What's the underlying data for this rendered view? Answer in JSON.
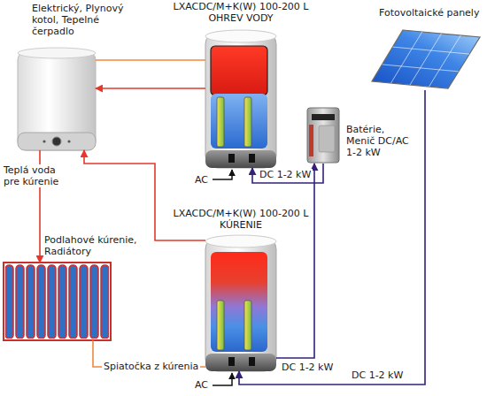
{
  "diagram": {
    "nodes": [
      {
        "text": [
          "Elektrický, Plynový kotol, Tepelné čerpadlo"
        ]
      },
      {
        "text": [
          "LXACDC/M+K(W) 100-200 L OHREV VODY"
        ]
      },
      {
        "text": [
          "Batérie, Menič DC/AC 1-2 kW"
        ]
      },
      {
        "text": [
          "Fotovoltaické panely"
        ]
      },
      {
        "text": [
          "Podlahové kúrenie, Radiátory"
        ]
      },
      {
        "text": [
          "LXACDC/M+K(W) 100-200 L KÚRENIE"
        ]
      }
    ],
    "edges": [
      {
        "from": 0,
        "to": 1,
        "arrow": "none"
      },
      {
        "from": 1,
        "to": 0,
        "arrow": "to"
      },
      {
        "from": 0,
        "to": 4,
        "label": "Teplá voda pre kúrenie",
        "arrow": "to"
      },
      {
        "from": 4,
        "to": 5,
        "label": "Spiatočka z kúrenia",
        "arrow": "none"
      },
      {
        "from": 5,
        "to": 0,
        "arrow": "to"
      },
      {
        "from": 2,
        "to": 1,
        "label": "DC 1-2 kW",
        "arrow": "to"
      },
      {
        "from": 5,
        "to": 2,
        "label": "DC 1-2 kW",
        "arrow": "to"
      },
      {
        "from": 3,
        "to": 5,
        "label": "DC 1-2 kW",
        "arrow": "to"
      }
    ],
    "labels": [
      "AC",
      "AC"
    ]
  }
}
